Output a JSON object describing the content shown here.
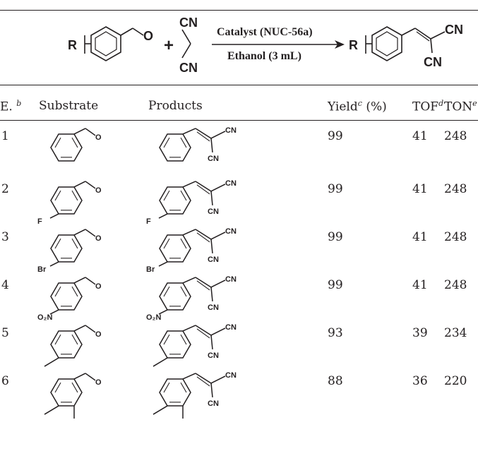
{
  "scheme": {
    "r_group": "R",
    "aldehyde_o": "O",
    "plus": "+",
    "malononitrile_cn_top": "CN",
    "malononitrile_cn_bottom": "CN",
    "catalyst_label": "Catalyst (NUC-56a)",
    "solvent_label": "Ethanol (3 mL)",
    "product_r_group": "R",
    "product_cn_top": "CN",
    "product_cn_bottom": "CN"
  },
  "table": {
    "headers": {
      "entry": "E.",
      "entry_sup": "b",
      "substrate": "Substrate",
      "products": "Products",
      "yield": "Yield",
      "yield_sup": "c",
      "yield_unit": "(%)",
      "tof": "TOF",
      "tof_sup": "d",
      "ton": "TON",
      "ton_sup": "e"
    },
    "rows": [
      {
        "entry": "1",
        "yield": "99",
        "tof": "41",
        "ton": "248",
        "substituent": "",
        "substituent2": ""
      },
      {
        "entry": "2",
        "yield": "99",
        "tof": "41",
        "ton": "248",
        "substituent": "F",
        "substituent2": ""
      },
      {
        "entry": "3",
        "yield": "99",
        "tof": "41",
        "ton": "248",
        "substituent": "Br",
        "substituent2": ""
      },
      {
        "entry": "4",
        "yield": "99",
        "tof": "41",
        "ton": "248",
        "substituent": "O₂N",
        "substituent2": ""
      },
      {
        "entry": "5",
        "yield": "93",
        "tof": "39",
        "ton": "234",
        "substituent": "",
        "substituent2": ""
      },
      {
        "entry": "6",
        "yield": "88",
        "tof": "36",
        "ton": "220",
        "substituent": "",
        "substituent2": ""
      }
    ],
    "structure_labels": {
      "o": "O",
      "cn": "CN"
    }
  }
}
